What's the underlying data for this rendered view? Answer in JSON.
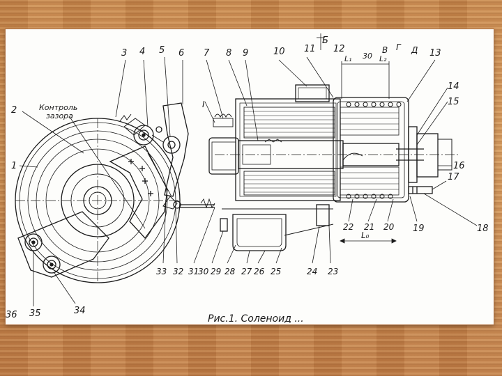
{
  "slide": {
    "labels": {
      "n1": "1",
      "n2": "2",
      "n3": "3",
      "n4": "4",
      "n5": "5",
      "n6": "6",
      "n7": "7",
      "n8": "8",
      "n9": "9",
      "n10": "10",
      "n11": "11",
      "n12": "12",
      "n13": "13",
      "n14": "14",
      "n15": "15",
      "n16": "16",
      "n17": "17",
      "n18": "18",
      "n19": "19",
      "n20": "20",
      "n21": "21",
      "n22": "22",
      "n23": "23",
      "n24": "24",
      "n25": "25",
      "n26": "26",
      "n27": "27",
      "n28": "28",
      "n29": "29",
      "n30": "30",
      "n31": "31",
      "n32": "32",
      "n33": "33",
      "n34": "34",
      "n35": "35",
      "n36": "36",
      "kontrol_zazora": "Контроль\nзазора",
      "section_b": "Б",
      "roman_i": "I",
      "dim_l1": "L₁",
      "dim_l2": "L₂",
      "dim_l0": "L₀",
      "dim_30": "30",
      "letter_v": "В",
      "letter_g": "Г",
      "letter_d": "Д",
      "caption": "Рис.1. Соленоид ..."
    }
  }
}
